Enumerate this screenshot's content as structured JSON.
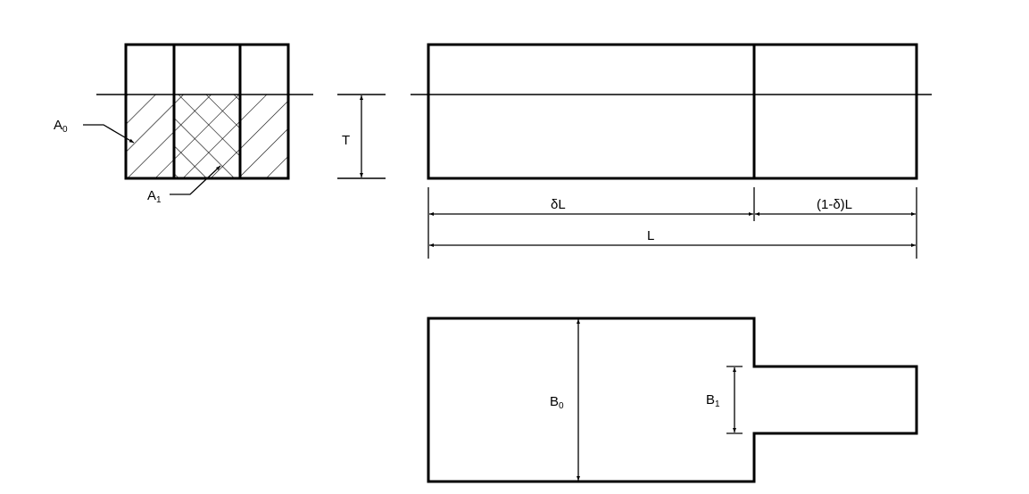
{
  "labels": {
    "A0": {
      "base": "A",
      "sub": "0"
    },
    "A1": {
      "base": "A",
      "sub": "1"
    },
    "T": "T",
    "deltaL": "δL",
    "oneMinusDeltaL": "(1-δ)L",
    "L": "L",
    "B0": {
      "base": "B",
      "sub": "0"
    },
    "B1": {
      "base": "B",
      "sub": "1"
    }
  },
  "colors": {
    "line": "#000000",
    "background": "#ffffff"
  }
}
